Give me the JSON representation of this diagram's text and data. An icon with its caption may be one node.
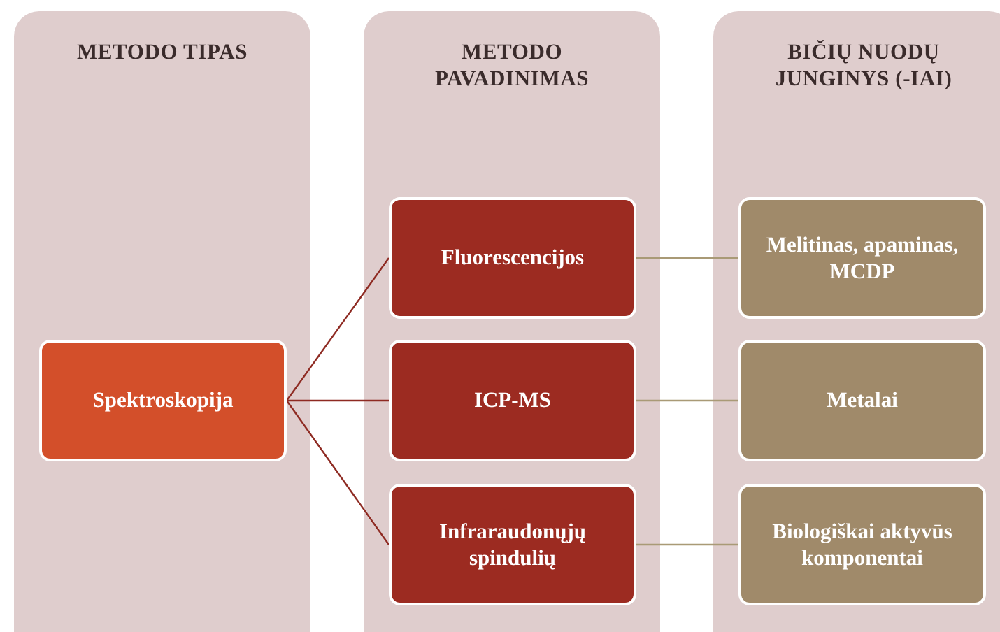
{
  "diagram": {
    "nodes": [
      {
        "text": [
          "METODO TIPAS"
        ]
      },
      {
        "text": [
          "METODO PAVADINIMAS"
        ]
      },
      {
        "text": [
          "BIČIŲ NUODŲ JUNGINYS (-IAI)"
        ]
      },
      {
        "text": [
          "Spektroskopija"
        ],
        "in": 0
      },
      {
        "text": [
          "Fluorescencijos"
        ],
        "in": 1
      },
      {
        "text": [
          "ICP-MS"
        ],
        "in": 1
      },
      {
        "text": [
          "Infraraudonųjų spindulių"
        ],
        "in": 1
      },
      {
        "text": [
          "Melitinas, apaminas, MCDP"
        ],
        "in": 2
      },
      {
        "text": [
          "Metalai"
        ],
        "in": 2
      },
      {
        "text": [
          "Biologiškai aktyvūs komponentai"
        ],
        "in": 2
      }
    ],
    "edges": [
      {
        "from": 3,
        "to": 4,
        "arrow": "none",
        "color": "#8e2a22"
      },
      {
        "from": 3,
        "to": 5,
        "arrow": "none",
        "color": "#8e2a22"
      },
      {
        "from": 3,
        "to": 6,
        "arrow": "none",
        "color": "#8e2a22"
      },
      {
        "from": 4,
        "to": 7,
        "arrow": "none",
        "color": "#a99a76"
      },
      {
        "from": 5,
        "to": 8,
        "arrow": "none",
        "color": "#a99a76"
      },
      {
        "from": 6,
        "to": 9,
        "arrow": "none",
        "color": "#a99a76"
      }
    ]
  }
}
